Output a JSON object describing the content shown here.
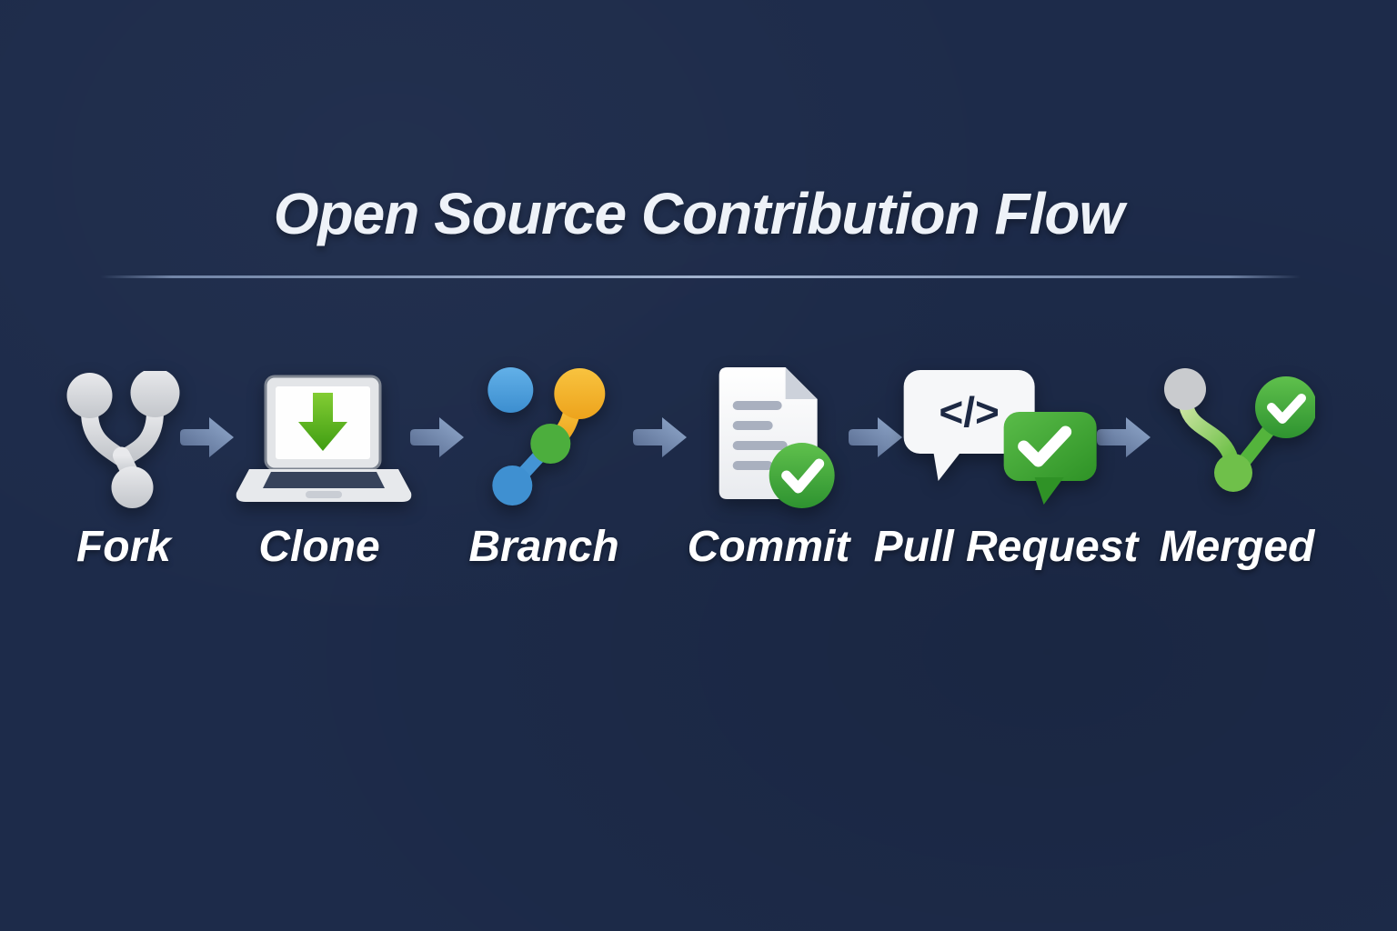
{
  "title": "Open Source Contribution Flow",
  "steps": [
    {
      "label": "Fork",
      "icon": "git-fork-icon"
    },
    {
      "label": "Clone",
      "icon": "laptop-download-icon"
    },
    {
      "label": "Branch",
      "icon": "git-branch-icon"
    },
    {
      "label": "Commit",
      "icon": "document-check-icon"
    },
    {
      "label": "Pull Request",
      "icon": "code-chat-check-icon",
      "code_glyph": "</>"
    },
    {
      "label": "Merged",
      "icon": "git-merge-check-icon"
    }
  ],
  "colors": {
    "background": "#1d2b4a",
    "title_text": "#eef2f8",
    "label_text": "#ffffff",
    "divider": "#8da2c5",
    "arrow": "#7d96bd",
    "success_green": "#3fa432",
    "branch_blue": "#4a9cdb",
    "branch_yellow": "#f2b42e",
    "icon_gray": "#d5d7da"
  }
}
